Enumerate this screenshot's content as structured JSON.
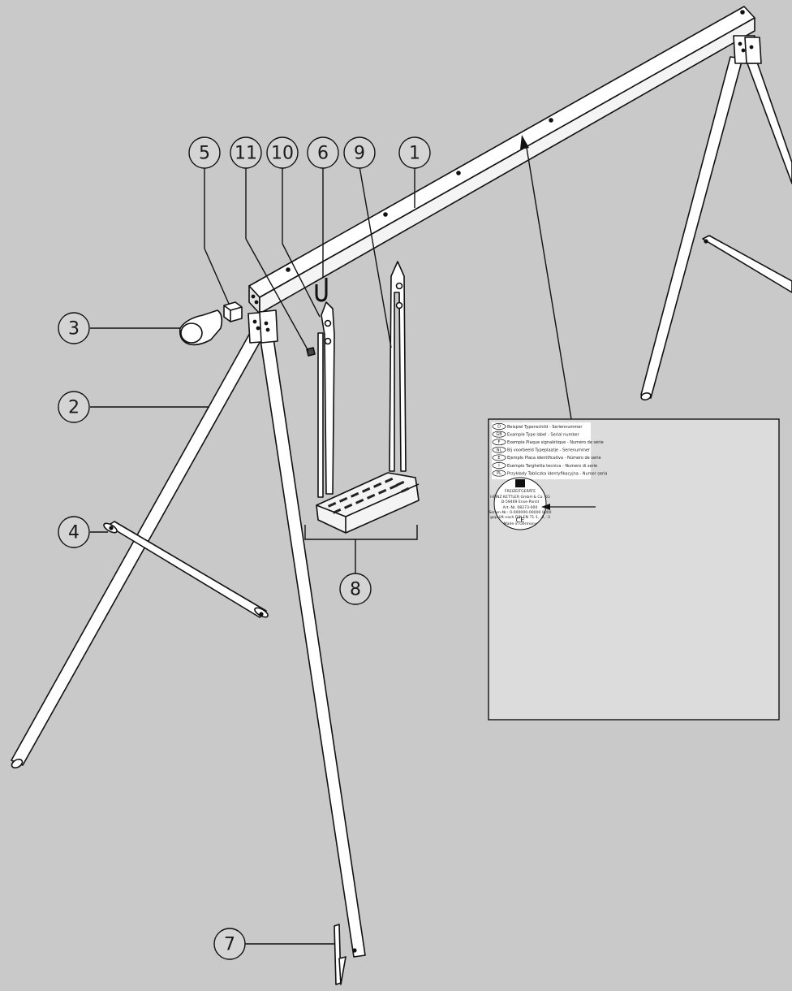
{
  "callouts": [
    {
      "num": "1"
    },
    {
      "num": "2"
    },
    {
      "num": "3"
    },
    {
      "num": "4"
    },
    {
      "num": "5"
    },
    {
      "num": "6"
    },
    {
      "num": "7"
    },
    {
      "num": "8"
    },
    {
      "num": "9"
    },
    {
      "num": "10"
    },
    {
      "num": "11"
    }
  ],
  "label_inset": {
    "languages": [
      {
        "code": "D",
        "text": "Beispiel Typenschild - Seriennummer"
      },
      {
        "code": "GB",
        "text": "Example Type label - Serial number"
      },
      {
        "code": "F",
        "text": "Exemple Plaque signalétique - Numéro de série"
      },
      {
        "code": "NL",
        "text": "Bij voorbeeld Typeplaatje - Serienummer"
      },
      {
        "code": "E",
        "text": "Ejemplo Placa identificativa - Número de serie"
      },
      {
        "code": "I",
        "text": "Esempio Targhetta tecnica - Numero di serie"
      },
      {
        "code": "PL",
        "text": "Przykłady Tabliczka identyfikacyjna - Numer seria"
      }
    ],
    "plate": {
      "brand_line": "FREIZEITGERÄTE",
      "company": "HEINZ KETTLER GmbH & Co. KG",
      "address": "D-59469 Ense-Parsit",
      "art_no": "Art.-Nr. 08273-000",
      "serial": "Serien-Nr.: 0-000000-00000 0000",
      "standard": "geprüft nach DIN EN 71-1, -2, -3",
      "ce": "CE",
      "made_in": "Made in Germany"
    }
  }
}
